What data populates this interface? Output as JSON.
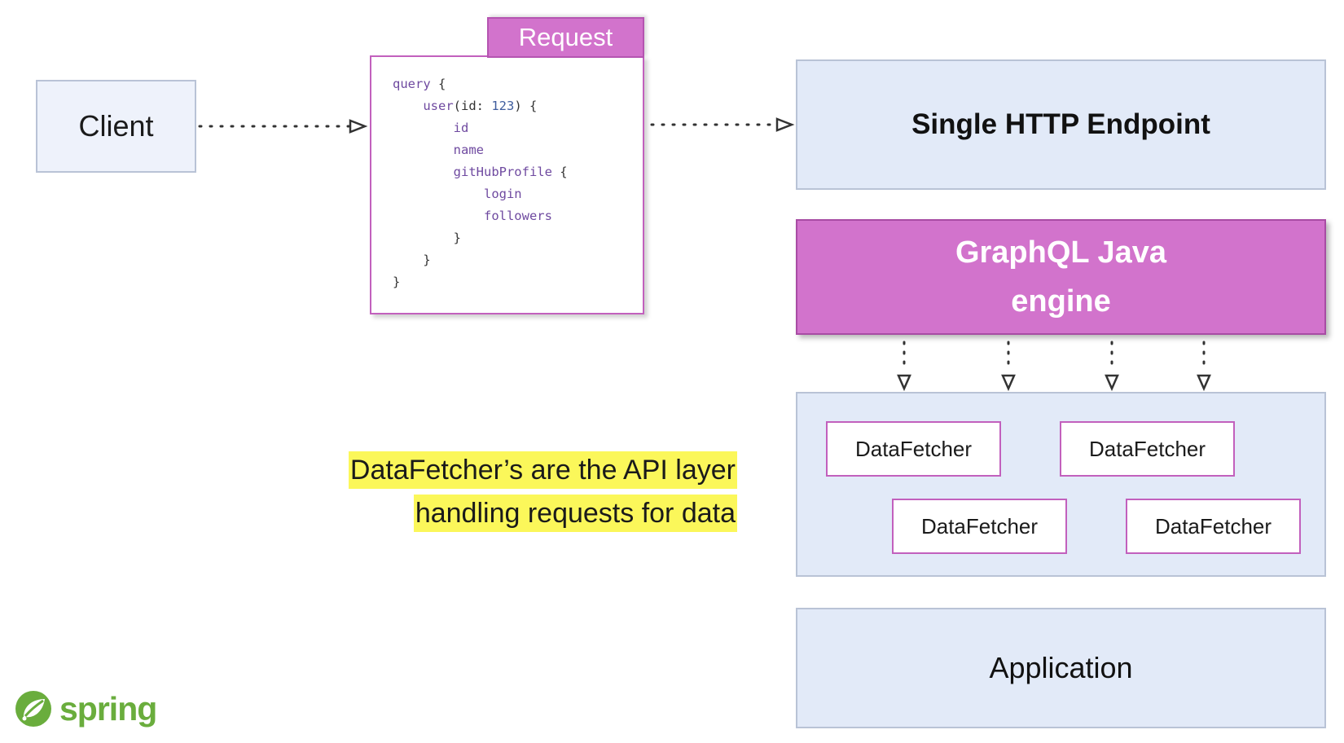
{
  "client": {
    "label": "Client"
  },
  "request": {
    "tab_label": "Request",
    "code": [
      {
        "tokens": [
          {
            "t": "query",
            "c": "k"
          },
          {
            "t": " {",
            "c": "p"
          }
        ]
      },
      {
        "tokens": [
          {
            "t": "    user",
            "c": "k"
          },
          {
            "t": "(id: ",
            "c": "p"
          },
          {
            "t": "123",
            "c": "n"
          },
          {
            "t": ") {",
            "c": "p"
          }
        ]
      },
      {
        "tokens": [
          {
            "t": "        id",
            "c": "k"
          }
        ]
      },
      {
        "tokens": [
          {
            "t": "        name",
            "c": "k"
          }
        ]
      },
      {
        "tokens": [
          {
            "t": "        gitHubProfile",
            "c": "k"
          },
          {
            "t": " {",
            "c": "p"
          }
        ]
      },
      {
        "tokens": [
          {
            "t": "            login",
            "c": "k"
          }
        ]
      },
      {
        "tokens": [
          {
            "t": "            followers",
            "c": "k"
          }
        ]
      },
      {
        "tokens": [
          {
            "t": "        }",
            "c": "p"
          }
        ]
      },
      {
        "tokens": [
          {
            "t": "    }",
            "c": "p"
          }
        ]
      },
      {
        "tokens": [
          {
            "t": "}",
            "c": "p"
          }
        ]
      }
    ]
  },
  "endpoint": {
    "label": "Single HTTP Endpoint"
  },
  "engine": {
    "line1": "GraphQL Java",
    "line2": "engine"
  },
  "data_fetchers": [
    "DataFetcher",
    "DataFetcher",
    "DataFetcher",
    "DataFetcher"
  ],
  "note": {
    "line1": "DataFetcher’s are the API layer",
    "line2": "handling requests for data"
  },
  "application": {
    "label": "Application"
  },
  "logo": {
    "text": "spring"
  },
  "colors": {
    "accent_magenta": "#d273cc",
    "box_blue": "#e2eaf8",
    "highlight_yellow": "#fbf75a",
    "spring_green": "#6aad3d"
  }
}
